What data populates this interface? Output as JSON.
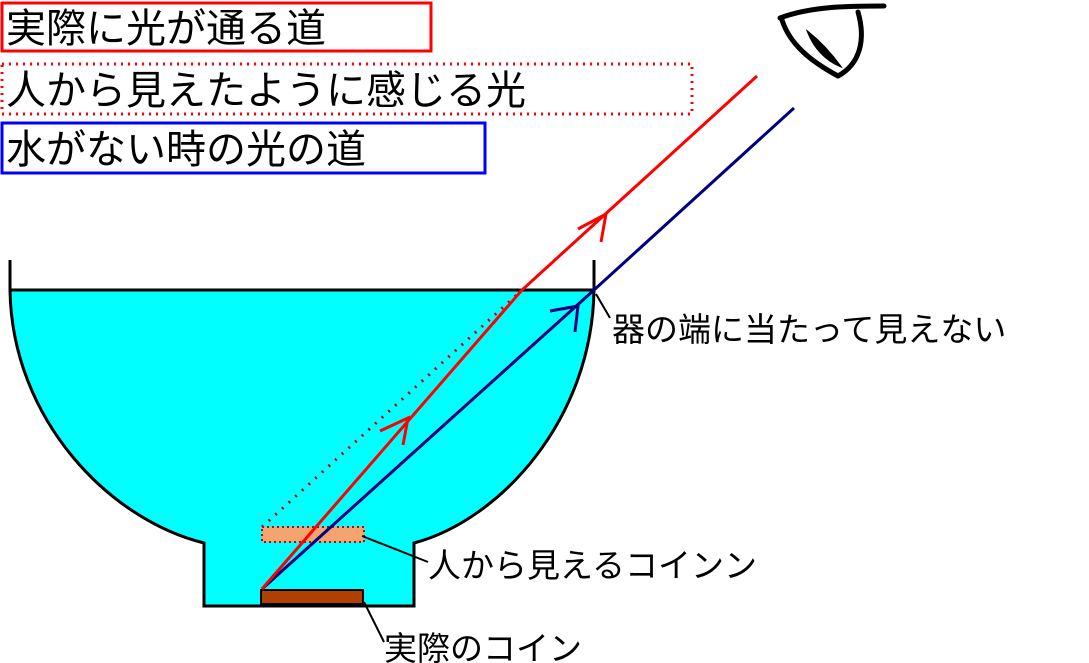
{
  "legend": {
    "actual_path": {
      "text": "実際に光が通る道",
      "color": "#ff0000",
      "border_style": "solid"
    },
    "perceived_light": {
      "text": "人から見えたように感じる光",
      "color": "#ff0000",
      "border_style": "dotted"
    },
    "no_water_path": {
      "text": "水がない時の光の道",
      "color": "#0000ff",
      "border_style": "solid"
    }
  },
  "labels": {
    "rim_blocked": "器の端に当たって見えない",
    "apparent_coin": "人から見えるコインン",
    "actual_coin": "実際のコイン"
  },
  "colors": {
    "water": "#00ffff",
    "actual_ray": "#ff0000",
    "no_water_ray": "#000080",
    "apparent_coin_fill": "#f4a46e",
    "actual_coin_fill": "#b04000",
    "outline": "#000000"
  },
  "icons": {
    "eye": "eye-icon"
  }
}
